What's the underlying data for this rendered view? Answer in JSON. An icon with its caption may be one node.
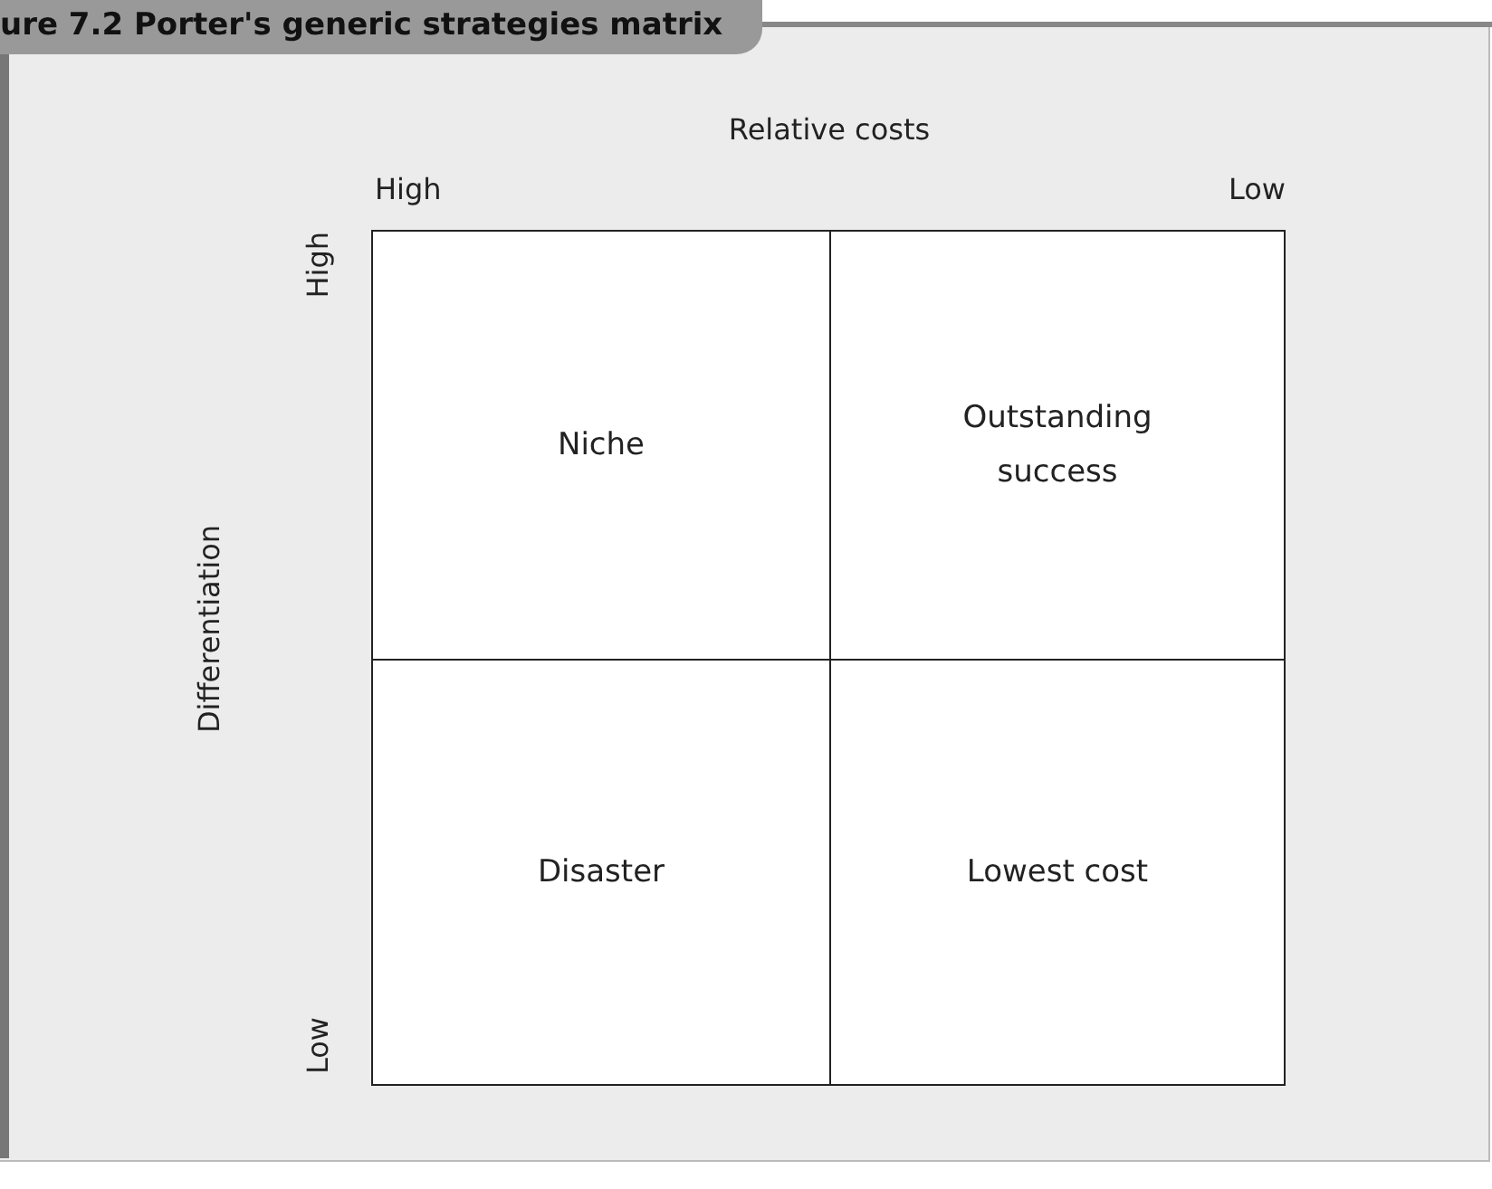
{
  "diagram": {
    "title": "ure 7.2 Porter's generic strategies matrix",
    "nodes": [
      {
        "text": [
          "Niche"
        ]
      },
      {
        "text": [
          "Outstanding success"
        ]
      },
      {
        "text": [
          "Disaster"
        ]
      },
      {
        "text": [
          "Lowest cost"
        ]
      }
    ],
    "edges": [],
    "labels": [
      "Relative costs",
      "High",
      "Low",
      "High",
      "Differentiation",
      "Low"
    ]
  }
}
